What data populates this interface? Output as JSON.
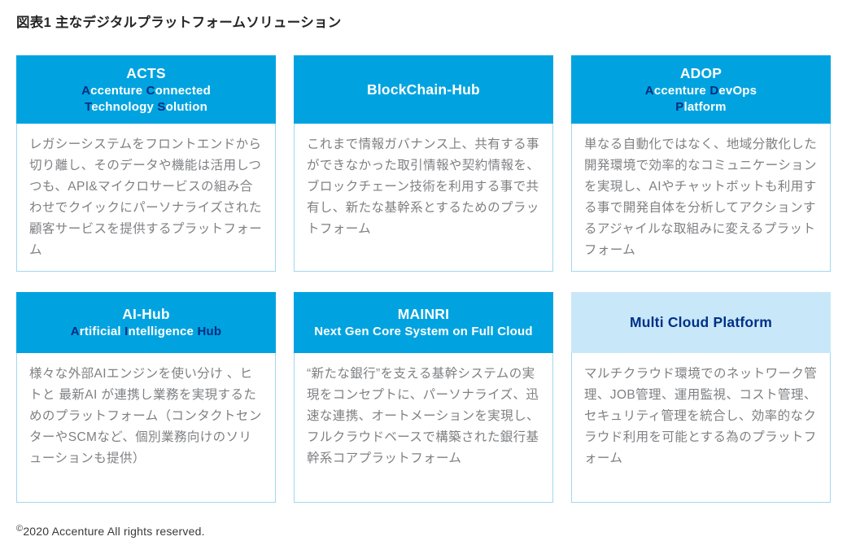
{
  "page": {
    "title": "図表1 主なデジタルプラットフォームソリューション",
    "footer_symbol": "©",
    "footer_text": "2020 Accenture All rights reserved."
  },
  "colors": {
    "header_cyan": "#00a3e0",
    "header_light_blue": "#c8e8f9",
    "accent_navy": "#002d82",
    "body_border_blue": "#a3d7f0",
    "body_text_gray": "#7f8083"
  },
  "cards": [
    {
      "id": "acts",
      "variant": "cyan",
      "header_lines": [
        {
          "size": "lg",
          "segments": [
            {
              "t": "ACTS",
              "accent": false
            }
          ]
        },
        {
          "size": "md",
          "segments": [
            {
              "t": "A",
              "accent": true
            },
            {
              "t": "ccenture ",
              "accent": false
            },
            {
              "t": "C",
              "accent": true
            },
            {
              "t": "onnected",
              "accent": false
            }
          ]
        },
        {
          "size": "md",
          "segments": [
            {
              "t": "T",
              "accent": true
            },
            {
              "t": "echnology ",
              "accent": false
            },
            {
              "t": "S",
              "accent": true
            },
            {
              "t": "olution",
              "accent": false
            }
          ]
        }
      ],
      "body": "レガシーシステムをフロントエンドから切り離し、そのデータや機能は活用しつつも、API&マイクロサービスの組み合わせでクイックにパーソナライズされた顧客サービスを提供するプラットフォーム"
    },
    {
      "id": "blockchain-hub",
      "variant": "cyan",
      "header_lines": [
        {
          "size": "lg",
          "segments": [
            {
              "t": "BlockChain-Hub",
              "accent": false
            }
          ]
        }
      ],
      "body": "これまで情報ガバナンス上、共有する事ができなかった取引情報や契約情報を、ブロックチェーン技術を利用する事で共有し、新たな基幹系とするためのプラットフォーム"
    },
    {
      "id": "adop",
      "variant": "cyan",
      "header_lines": [
        {
          "size": "lg",
          "segments": [
            {
              "t": "ADOP",
              "accent": false
            }
          ]
        },
        {
          "size": "md",
          "segments": [
            {
              "t": "A",
              "accent": true
            },
            {
              "t": "ccenture ",
              "accent": false
            },
            {
              "t": "D",
              "accent": true
            },
            {
              "t": "evOps",
              "accent": false
            }
          ]
        },
        {
          "size": "md",
          "segments": [
            {
              "t": "P",
              "accent": true
            },
            {
              "t": "latform",
              "accent": false
            }
          ]
        }
      ],
      "body": "単なる自動化ではなく、地域分散化した開発環境で効率的なコミュニケーションを実現し、AIやチャットボットも利用する事で開発自体を分析してアクションするアジャイルな取組みに変えるプラットフォーム"
    },
    {
      "id": "ai-hub",
      "variant": "cyan",
      "header_lines": [
        {
          "size": "lg",
          "segments": [
            {
              "t": "AI-Hub",
              "accent": false
            }
          ]
        },
        {
          "size": "md",
          "segments": [
            {
              "t": "A",
              "accent": true
            },
            {
              "t": "rtificial ",
              "accent": false
            },
            {
              "t": "I",
              "accent": true
            },
            {
              "t": "ntelligence ",
              "accent": false
            },
            {
              "t": "Hub",
              "accent": true
            }
          ]
        }
      ],
      "body": "様々な外部AIエンジンを使い分け 、ヒトと 最新AI が連携し業務を実現するためのプラットフォーム（コンタクトセンターやSCMなど、個別業務向けのソリューションも提供）"
    },
    {
      "id": "mainri",
      "variant": "cyan",
      "header_lines": [
        {
          "size": "lg",
          "segments": [
            {
              "t": "MAINRI",
              "accent": false
            }
          ]
        },
        {
          "size": "md",
          "segments": [
            {
              "t": "Next Gen Core System on Full Cloud",
              "accent": false
            }
          ]
        }
      ],
      "body": "“新たな銀行”を支える基幹システムの実現をコンセプトに、パーソナライズ、迅速な連携、オートメーションを実現し、フルクラウドベースで構築された銀行基幹系コアプラットフォーム"
    },
    {
      "id": "multi-cloud-platform",
      "variant": "light",
      "header_lines": [
        {
          "size": "lg",
          "segments": [
            {
              "t": "Multi Cloud Platform",
              "accent": false
            }
          ]
        }
      ],
      "body": "マルチクラウド環境でのネットワーク管理、JOB管理、運用監視、コスト管理、セキュリティ管理を統合し、効率的なクラウド利用を可能とする為のプラットフォーム"
    }
  ]
}
